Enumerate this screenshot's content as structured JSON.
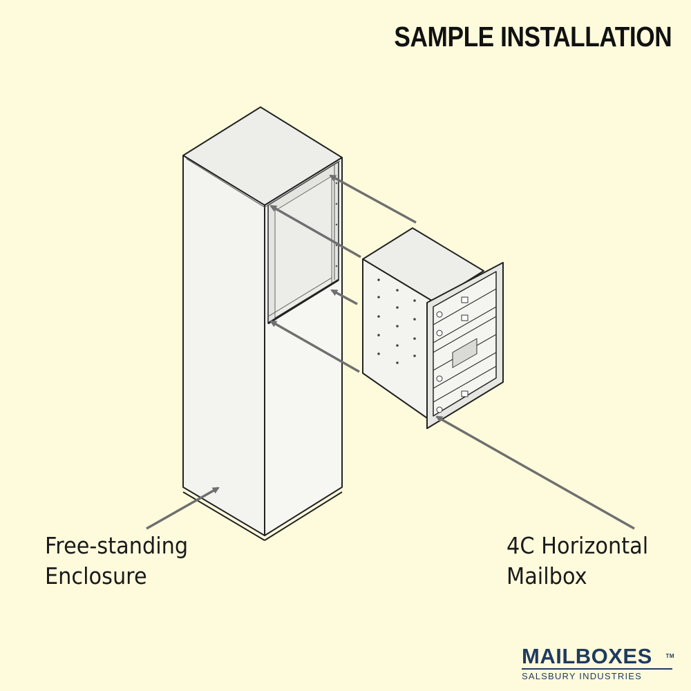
{
  "title": "SAMPLE INSTALLATION",
  "labels": {
    "enclosure_line1": "Free-standing",
    "enclosure_line2": "Enclosure",
    "mailbox_line1": "4C Horizontal",
    "mailbox_line2": "Mailbox"
  },
  "logo": {
    "name": "MAILBOXES",
    "trademark": "TM",
    "tagline": "SALSBURY INDUSTRIES"
  },
  "colors": {
    "background": "#FEFBDC",
    "line": "#222222",
    "metal": "#F2F2EE",
    "arrow": "#707070",
    "brand": "#1E3A5F"
  }
}
